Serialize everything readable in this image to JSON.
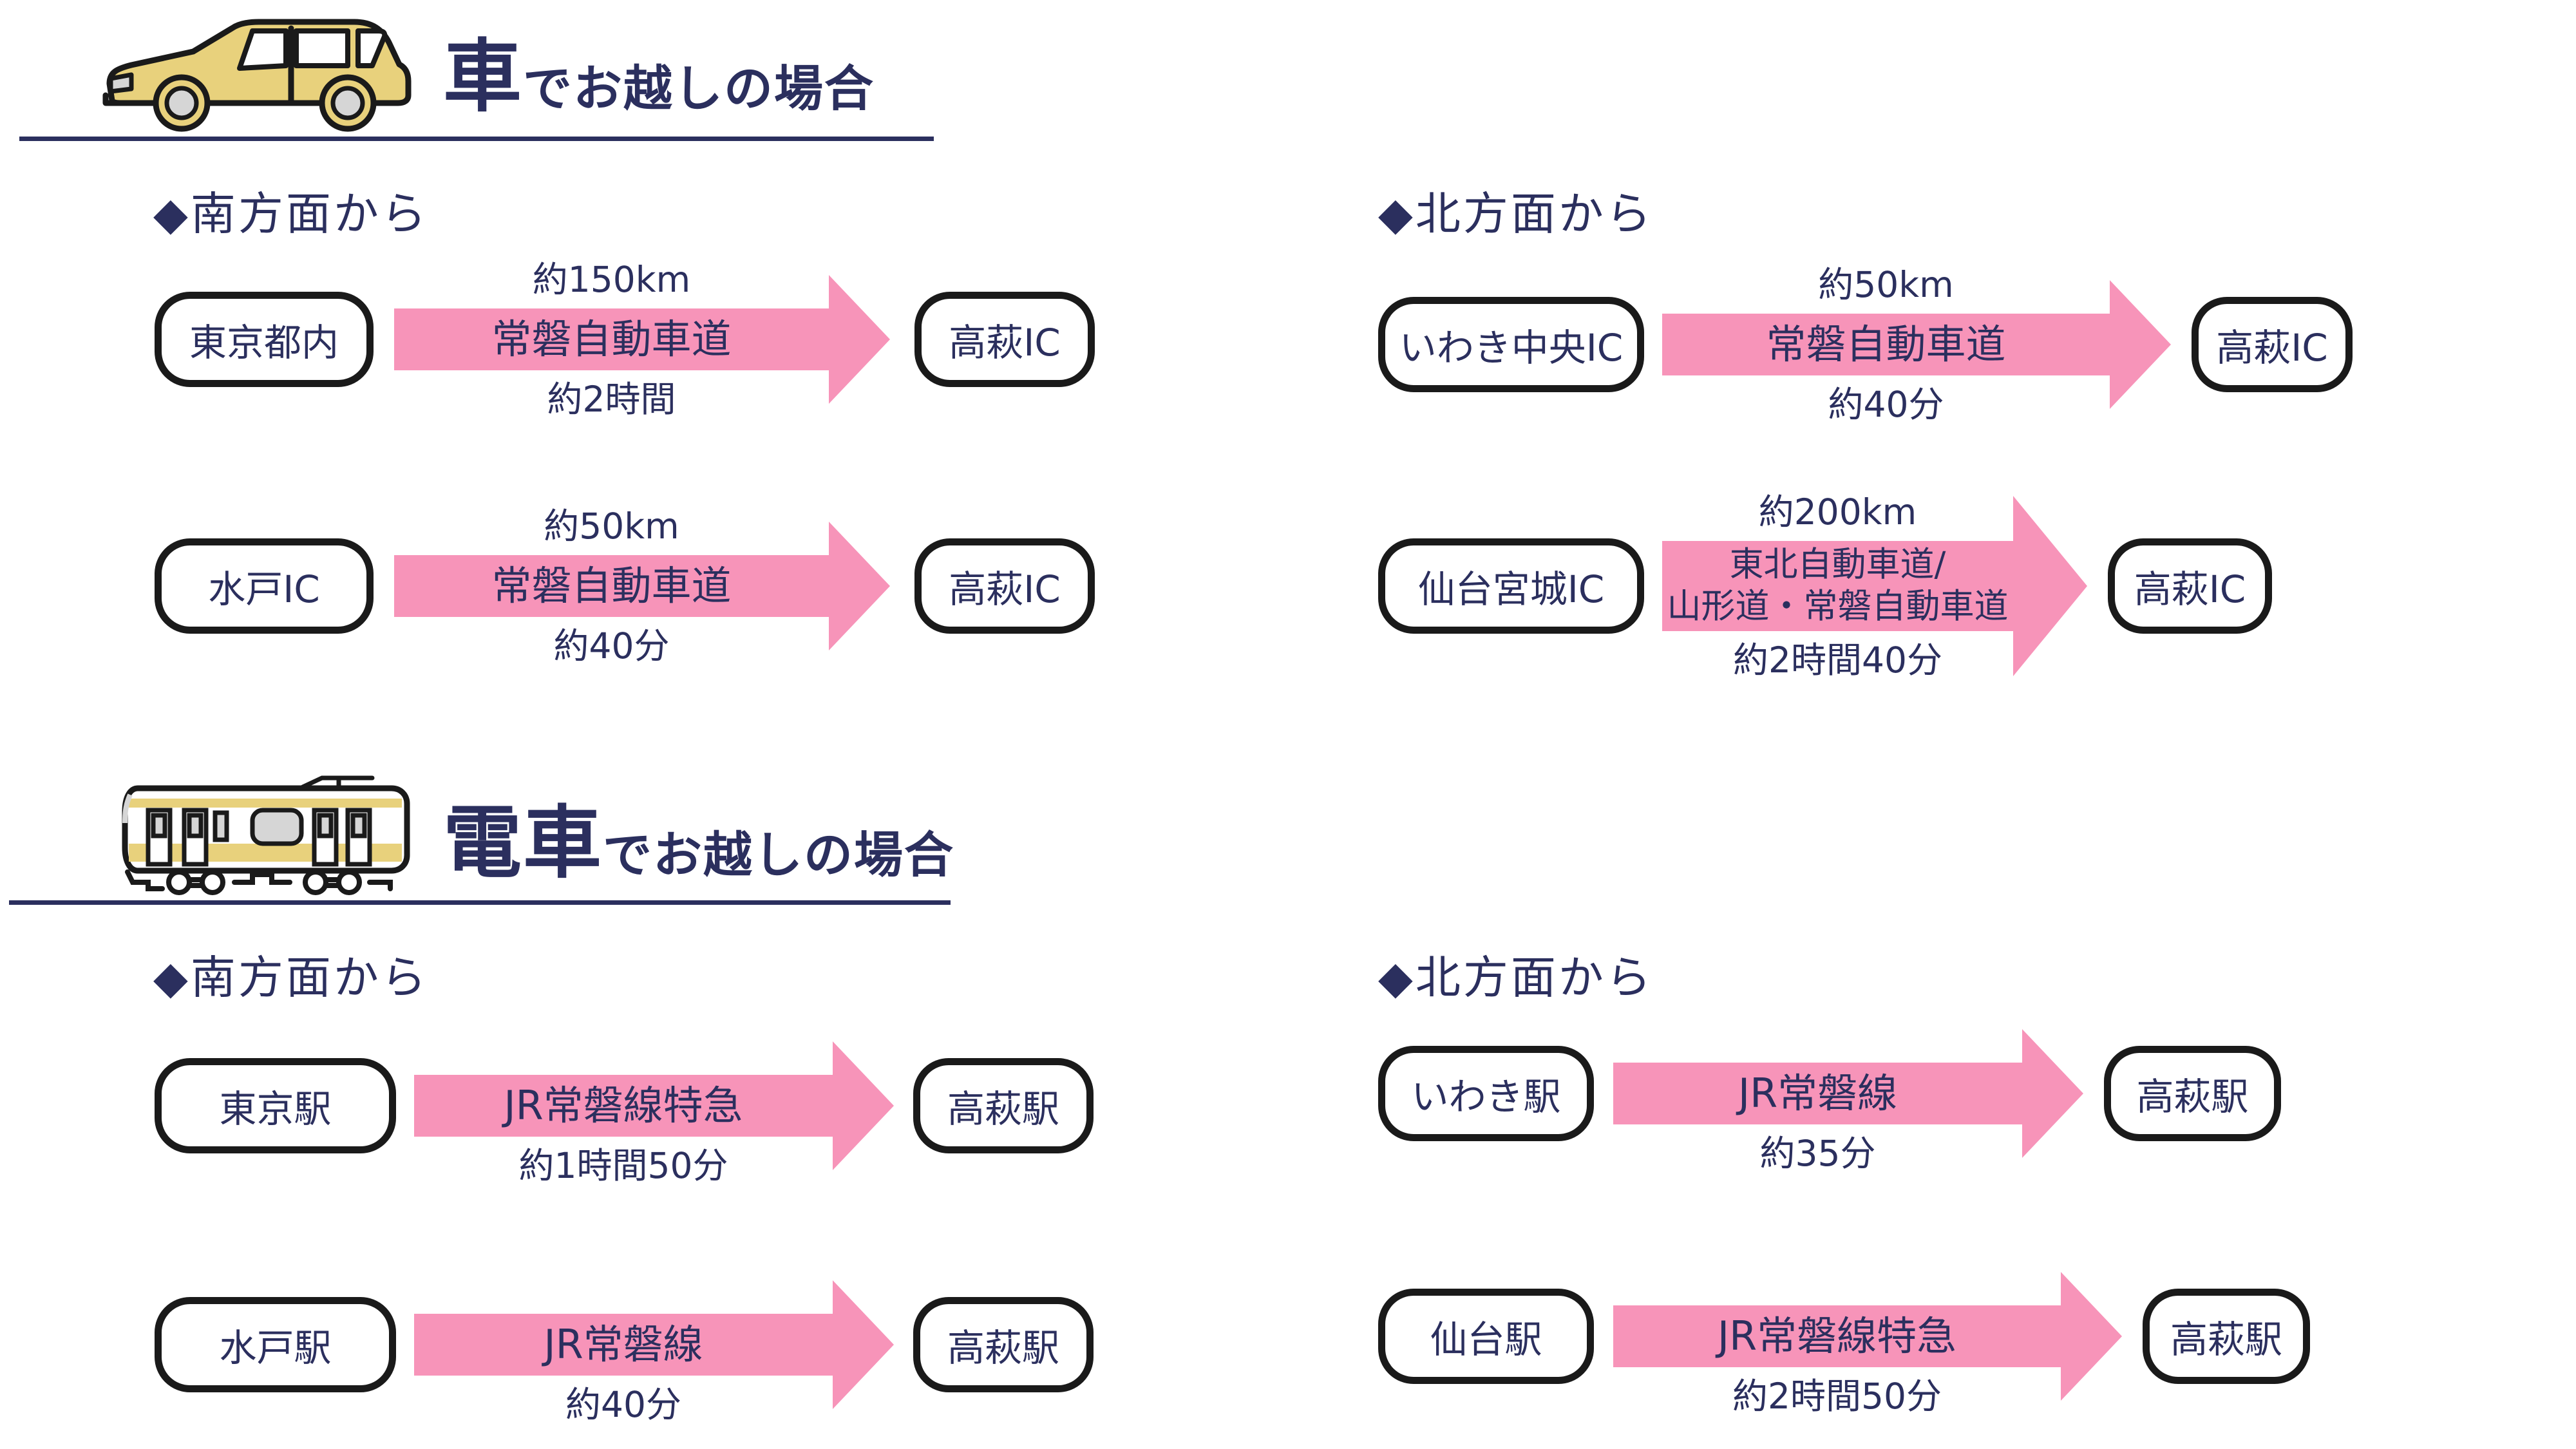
{
  "colors": {
    "navy": "#2b2f5e",
    "pink": "#f794b9",
    "yellow": "#e8d17c",
    "gray": "#d6d6d6",
    "outline": "#1a1a1a"
  },
  "sections": {
    "car": {
      "icon": "car-icon",
      "title_big": "車",
      "title_small": "でお越しの場合"
    },
    "train": {
      "icon": "train-icon",
      "title_big": "電車",
      "title_small": "でお越しの場合"
    }
  },
  "headings": {
    "car_south": "◆南方面から",
    "car_north": "◆北方面から",
    "train_south": "◆南方面から",
    "train_north": "◆北方面から"
  },
  "routes": {
    "car_south": [
      {
        "from": "東京都内",
        "above": "約150km",
        "via1": "常磐自動車道",
        "below": "約2時間",
        "to": "高萩IC"
      },
      {
        "from": "水戸IC",
        "above": "約50km",
        "via1": "常磐自動車道",
        "below": "約40分",
        "to": "高萩IC"
      }
    ],
    "car_north": [
      {
        "from": "いわき中央IC",
        "above": "約50km",
        "via1": "常磐自動車道",
        "below": "約40分",
        "to": "高萩IC"
      },
      {
        "from": "仙台宮城IC",
        "above": "約200km",
        "via1": "東北自動車道/",
        "via2": "山形道・常磐自動車道",
        "below": "約2時間40分",
        "to": "高萩IC"
      }
    ],
    "train_south": [
      {
        "from": "東京駅",
        "via1": "JR常磐線特急",
        "below": "約1時間50分",
        "to": "高萩駅"
      },
      {
        "from": "水戸駅",
        "via1": "JR常磐線",
        "below": "約40分",
        "to": "高萩駅"
      }
    ],
    "train_north": [
      {
        "from": "いわき駅",
        "via1": "JR常磐線",
        "below": "約35分",
        "to": "高萩駅"
      },
      {
        "from": "仙台駅",
        "via1": "JR常磐線特急",
        "below": "約2時間50分",
        "to": "高萩駅"
      }
    ]
  }
}
